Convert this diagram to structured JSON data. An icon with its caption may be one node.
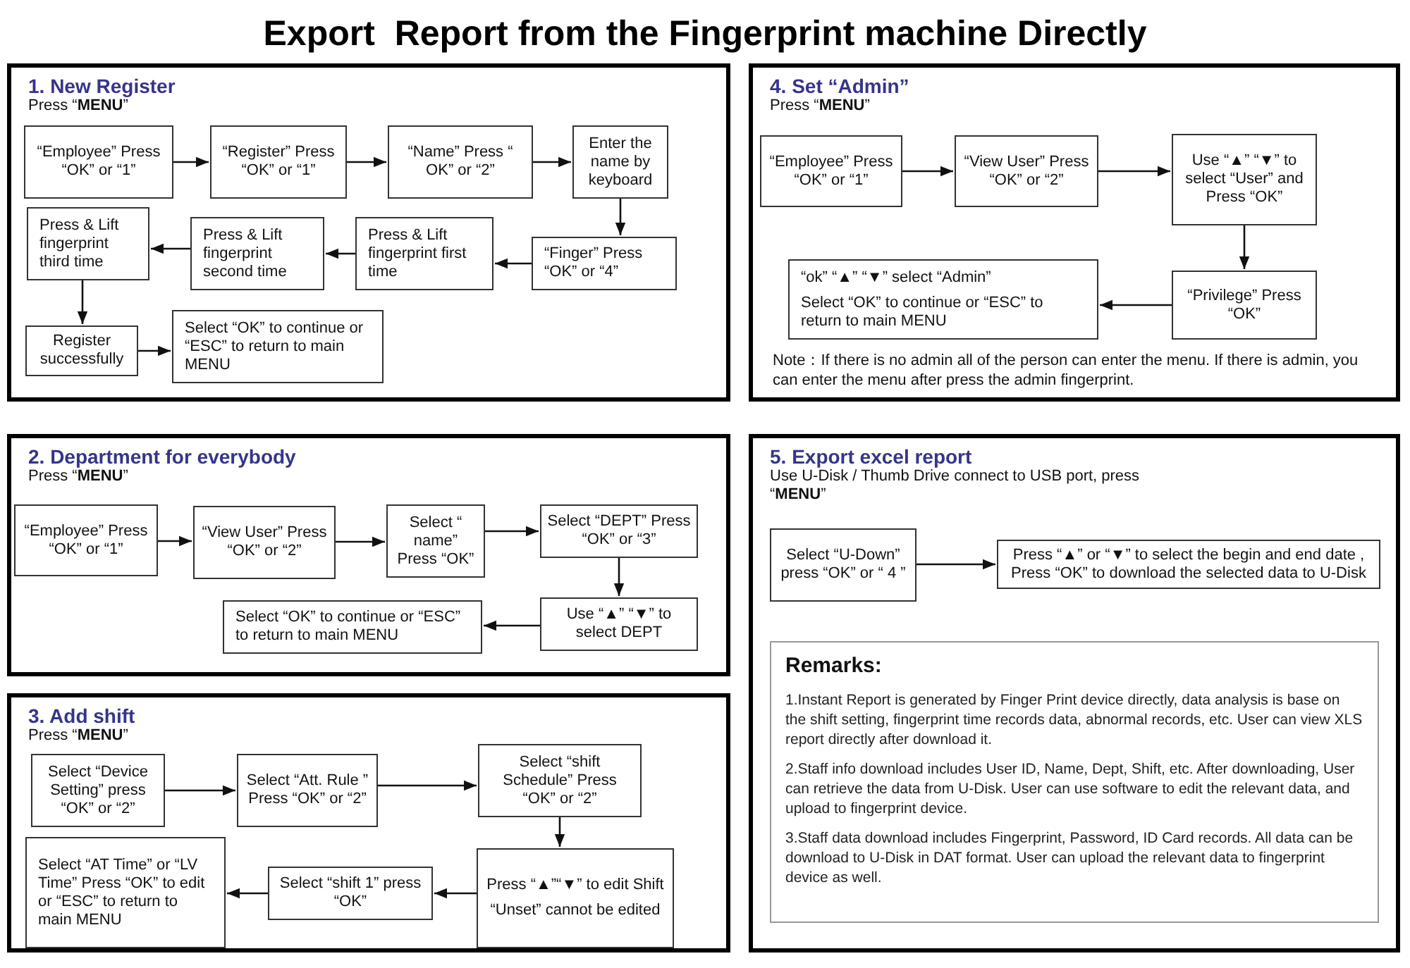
{
  "diagram": {
    "title": "Export  Report from the Fingerprint machine Directly",
    "nodes": [
      {
        "text": [
          "1. New Register",
          "Press “**MENU**”"
        ]
      },
      {
        "text": [
          "“Employee” Press “OK” or “1”"
        ],
        "in": 0
      },
      {
        "text": [
          "“Register” Press “OK” or “1”"
        ],
        "in": 0
      },
      {
        "text": [
          "“Name” Press “ OK” or “2”"
        ],
        "in": 0
      },
      {
        "text": [
          "Enter the name by keyboard"
        ],
        "in": 0
      },
      {
        "text": [
          "“Finger” Press “OK” or “4”"
        ],
        "in": 0
      },
      {
        "text": [
          "Press & Lift fingerprint first time"
        ],
        "in": 0
      },
      {
        "text": [
          "Press & Lift fingerprint second time"
        ],
        "in": 0
      },
      {
        "text": [
          "Press & Lift fingerprint third time"
        ],
        "in": 0
      },
      {
        "text": [
          "Register successfully"
        ],
        "in": 0
      },
      {
        "text": [
          "Select “OK” to continue or “ESC” to return to main MENU"
        ],
        "in": 0
      },
      {
        "text": [
          "4. Set “Admin”",
          "Press “**MENU**”",
          "Note：If there is no admin all of the person can enter the menu. If there is admin, you can enter the menu after press the admin fingerprint."
        ]
      },
      {
        "text": [
          "“Employee” Press “OK” or “1”"
        ],
        "in": 11
      },
      {
        "text": [
          "“View User” Press “OK” or “2”"
        ],
        "in": 11
      },
      {
        "text": [
          "Use “▲” “▼” to select “User” and Press “OK”"
        ],
        "in": 11
      },
      {
        "text": [
          "“Privilege” Press “OK”"
        ],
        "in": 11
      },
      {
        "text": [
          "“ok” “▲” “▼” select “Admin”",
          "Select “OK” to continue or “ESC” to return to main MENU"
        ],
        "in": 11
      },
      {
        "text": [
          "2. Department for everybody",
          "Press “**MENU**”"
        ]
      },
      {
        "text": [
          "“Employee” Press “OK” or “1”"
        ],
        "in": 17
      },
      {
        "text": [
          "“View User” Press “OK” or “2”"
        ],
        "in": 17
      },
      {
        "text": [
          "Select “ name” Press “OK”"
        ],
        "in": 17
      },
      {
        "text": [
          "Select “DEPT” Press “OK” or “3”"
        ],
        "in": 17
      },
      {
        "text": [
          "Use “▲” “▼” to select DEPT"
        ],
        "in": 17
      },
      {
        "text": [
          "Select “OK” to continue or “ESC” to return to main MENU"
        ],
        "in": 17
      },
      {
        "text": [
          "3. Add shift",
          "Press “**MENU**”"
        ]
      },
      {
        "text": [
          "Select “Device Setting” press “OK” or “2”"
        ],
        "in": 24
      },
      {
        "text": [
          "Select “Att. Rule ” Press “OK” or “2”"
        ],
        "in": 24
      },
      {
        "text": [
          "Select “shift Schedule” Press “OK” or “2”"
        ],
        "in": 24
      },
      {
        "text": [
          "Press “▲”“▼” to edit Shift",
          "“Unset” cannot be edited"
        ],
        "in": 24
      },
      {
        "text": [
          "Select “shift 1” press “OK”"
        ],
        "in": 24
      },
      {
        "text": [
          "Select “AT Time” or “LV Time” Press “OK” to edit or “ESC” to return to main MENU"
        ],
        "in": 24
      },
      {
        "text": [
          "5. Export excel report",
          "Use U-Disk / Thumb Drive connect to USB port, press “**MENU**”"
        ]
      },
      {
        "text": [
          "Select “U-Down” press “OK” or “ 4 ”"
        ],
        "in": 31
      },
      {
        "text": [
          "Press “▲” or “▼” to select the begin and end date , Press “OK” to download the selected data to U-Disk"
        ],
        "in": 31
      },
      {
        "text": [
          "Remarks:",
          "1.Instant Report is generated by Finger Print device directly, data analysis is base on the shift setting, fingerprint time records data, abnormal records, etc. User can view XLS report directly after download it.",
          "2.Staff info download includes User ID, Name, Dept, Shift, etc. After downloading, User can retrieve the data from U-Disk. User can use software to edit the relevant data, and upload to fingerprint device.",
          "3.Staff data download includes Fingerprint, Password, ID Card records. All data can be download to U-Disk in DAT format. User can upload the relevant data to fingerprint device as well."
        ],
        "in": 31
      }
    ],
    "edges": [
      {
        "from": 1,
        "to": 2,
        "arrow": "to"
      },
      {
        "from": 2,
        "to": 3,
        "arrow": "to"
      },
      {
        "from": 3,
        "to": 4,
        "arrow": "to"
      },
      {
        "from": 4,
        "to": 5,
        "arrow": "to"
      },
      {
        "from": 5,
        "to": 6,
        "arrow": "to"
      },
      {
        "from": 6,
        "to": 7,
        "arrow": "to"
      },
      {
        "from": 7,
        "to": 8,
        "arrow": "to"
      },
      {
        "from": 8,
        "to": 9,
        "arrow": "to"
      },
      {
        "from": 9,
        "to": 10,
        "arrow": "to"
      },
      {
        "from": 12,
        "to": 13,
        "arrow": "to"
      },
      {
        "from": 13,
        "to": 14,
        "arrow": "to"
      },
      {
        "from": 14,
        "to": 15,
        "arrow": "to"
      },
      {
        "from": 15,
        "to": 16,
        "arrow": "to"
      },
      {
        "from": 18,
        "to": 19,
        "arrow": "to"
      },
      {
        "from": 19,
        "to": 20,
        "arrow": "to"
      },
      {
        "from": 20,
        "to": 21,
        "arrow": "to"
      },
      {
        "from": 21,
        "to": 22,
        "arrow": "to"
      },
      {
        "from": 22,
        "to": 23,
        "arrow": "to"
      },
      {
        "from": 25,
        "to": 26,
        "arrow": "to"
      },
      {
        "from": 26,
        "to": 27,
        "arrow": "to"
      },
      {
        "from": 27,
        "to": 28,
        "arrow": "to"
      },
      {
        "from": 28,
        "to": 29,
        "arrow": "to"
      },
      {
        "from": 29,
        "to": 30,
        "arrow": "to"
      },
      {
        "from": 32,
        "to": 33,
        "arrow": "to"
      }
    ]
  }
}
